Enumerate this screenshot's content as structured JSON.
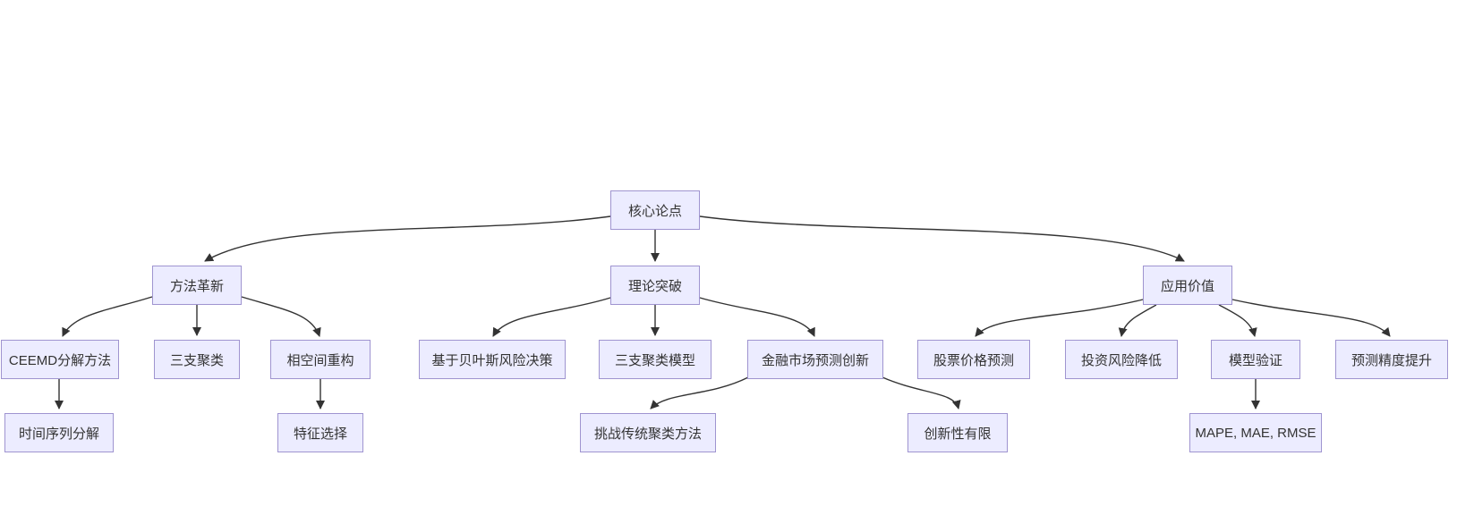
{
  "diagram": {
    "type": "flowchart",
    "direction": "top-down",
    "colors": {
      "background": "#ffffff",
      "node_fill": "#ECECFF",
      "node_border": "#9f94d0",
      "edge": "#333333",
      "text": "#333333"
    },
    "nodes": [
      {
        "id": "core-thesis",
        "label": "核心论点"
      },
      {
        "id": "method-innovation",
        "label": "方法革新"
      },
      {
        "id": "theory-breakthrough",
        "label": "理论突破"
      },
      {
        "id": "application-value",
        "label": "应用价值"
      },
      {
        "id": "ceemd-decomposition",
        "label": "CEEMD分解方法"
      },
      {
        "id": "three-way-clustering",
        "label": "三支聚类"
      },
      {
        "id": "phase-space-reconstruction",
        "label": "相空间重构"
      },
      {
        "id": "bayesian-risk-decision",
        "label": "基于贝叶斯风险决策"
      },
      {
        "id": "three-way-clustering-model",
        "label": "三支聚类模型"
      },
      {
        "id": "financial-market-forecast-innovation",
        "label": "金融市场预测创新"
      },
      {
        "id": "stock-price-prediction",
        "label": "股票价格预测"
      },
      {
        "id": "investment-risk-reduction",
        "label": "投资风险降低"
      },
      {
        "id": "model-validation",
        "label": "模型验证"
      },
      {
        "id": "prediction-accuracy-improvement",
        "label": "预测精度提升"
      },
      {
        "id": "time-series-decomposition",
        "label": "时间序列分解"
      },
      {
        "id": "feature-selection",
        "label": "特征选择"
      },
      {
        "id": "challenge-traditional-clustering",
        "label": "挑战传统聚类方法"
      },
      {
        "id": "limited-novelty",
        "label": "创新性有限"
      },
      {
        "id": "mape-mae-rmse",
        "label": "MAPE, MAE, RMSE"
      }
    ],
    "edges": [
      [
        "核心论点",
        "方法革新"
      ],
      [
        "核心论点",
        "理论突破"
      ],
      [
        "核心论点",
        "应用价值"
      ],
      [
        "方法革新",
        "CEEMD分解方法"
      ],
      [
        "方法革新",
        "三支聚类"
      ],
      [
        "方法革新",
        "相空间重构"
      ],
      [
        "理论突破",
        "基于贝叶斯风险决策"
      ],
      [
        "理论突破",
        "三支聚类模型"
      ],
      [
        "理论突破",
        "金融市场预测创新"
      ],
      [
        "应用价值",
        "股票价格预测"
      ],
      [
        "应用价值",
        "投资风险降低"
      ],
      [
        "应用价值",
        "模型验证"
      ],
      [
        "应用价值",
        "预测精度提升"
      ],
      [
        "CEEMD分解方法",
        "时间序列分解"
      ],
      [
        "相空间重构",
        "特征选择"
      ],
      [
        "金融市场预测创新",
        "挑战传统聚类方法"
      ],
      [
        "金融市场预测创新",
        "创新性有限"
      ],
      [
        "模型验证",
        "MAPE, MAE, RMSE"
      ]
    ]
  }
}
